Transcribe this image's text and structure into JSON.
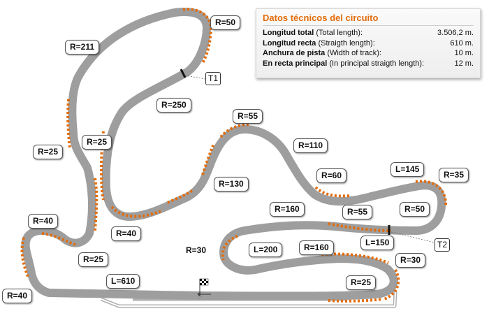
{
  "colors": {
    "track": "#9e9e9e",
    "kerb": "#e36c0a",
    "pitlane": "#b0b0b0",
    "panel_title": "#e36c0a"
  },
  "icons": {
    "start_flag": "checkered-flag-icon"
  },
  "info": {
    "title": "Datos técnicos del circuito",
    "rows": [
      {
        "label": "Longitud total",
        "sub": "(Total length):",
        "value": "3.506,2 m."
      },
      {
        "label": "Longitud recta",
        "sub": "(Straigth length):",
        "value": "610 m."
      },
      {
        "label": "Anchura de pista",
        "sub": "(Width of track):",
        "value": "10 m."
      },
      {
        "label": "En recta principal",
        "sub": "(In principal straigth length):",
        "value": "12 m."
      }
    ]
  },
  "labels": {
    "r50_top": "R=50",
    "r211": "R=211",
    "r250": "R=250",
    "r25_a": "R=25",
    "r25_b": "R=25",
    "r55_a": "R=55",
    "r110": "R=110",
    "r60": "R=60",
    "r130": "R=130",
    "l145": "L=145",
    "r35": "R=35",
    "r160_a": "R=160",
    "r55_b": "R=55",
    "r50_right": "R=50",
    "r40_a": "R=40",
    "r40_b": "R=40",
    "r30_a": "R=30",
    "l200": "L=200",
    "r160_b": "R=160",
    "l150": "L=150",
    "r25_c": "R=25",
    "r30_b": "R=30",
    "l610": "L=610",
    "r25_d": "R=25",
    "r40_c": "R=40"
  },
  "markers": {
    "t1": "T1",
    "t2": "T2"
  }
}
